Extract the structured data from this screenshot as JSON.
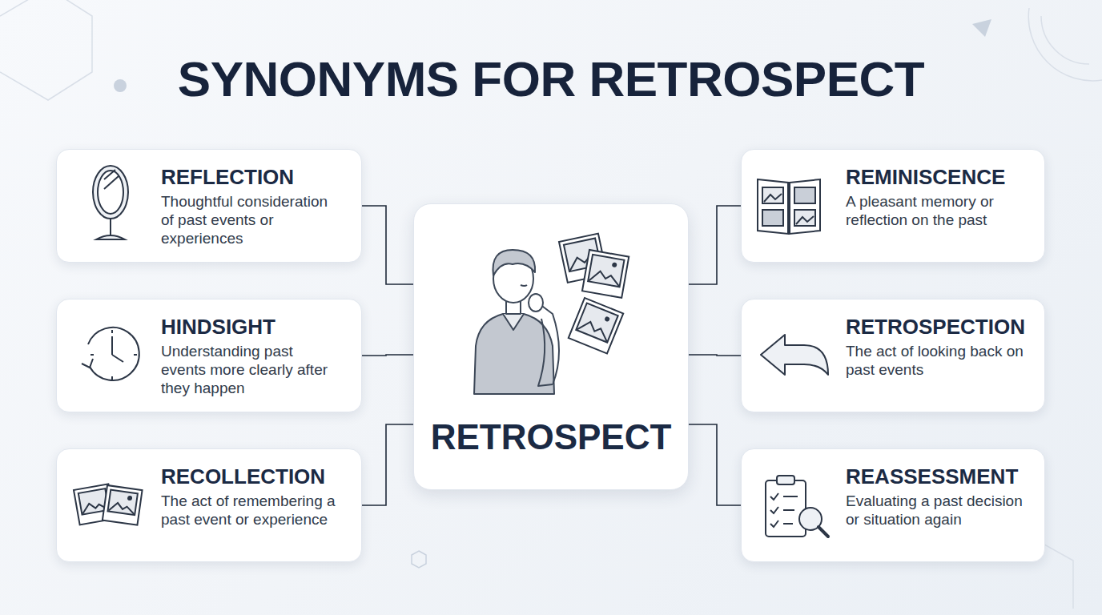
{
  "diagram": {
    "title": "SYNONYMS FOR RETROSPECT",
    "nodes": [
      {
        "text": [
          "RETROSPECT"
        ]
      },
      {
        "text": [
          "REFLECTION",
          "Thoughtful consideration of past events or experiences"
        ]
      },
      {
        "text": [
          "HINDSIGHT",
          "Understanding past events more clearly after they happen"
        ]
      },
      {
        "text": [
          "RECOLLECTION",
          "The act of remembering a past event or experience"
        ]
      },
      {
        "text": [
          "REMINISCENCE",
          "A pleasant memory or reflection on the past"
        ]
      },
      {
        "text": [
          "RETROSPECTION",
          "The act of looking back on past events"
        ]
      },
      {
        "text": [
          "REASSESSMENT",
          "Evaluating a past decision or situation again"
        ]
      }
    ],
    "edges": [
      {
        "from": 0,
        "to": 1,
        "arrow": "none"
      },
      {
        "from": 0,
        "to": 2,
        "arrow": "none"
      },
      {
        "from": 0,
        "to": 3,
        "arrow": "none"
      },
      {
        "from": 0,
        "to": 4,
        "arrow": "none"
      },
      {
        "from": 0,
        "to": 5,
        "arrow": "none"
      },
      {
        "from": 0,
        "to": 6,
        "arrow": "none"
      }
    ]
  }
}
